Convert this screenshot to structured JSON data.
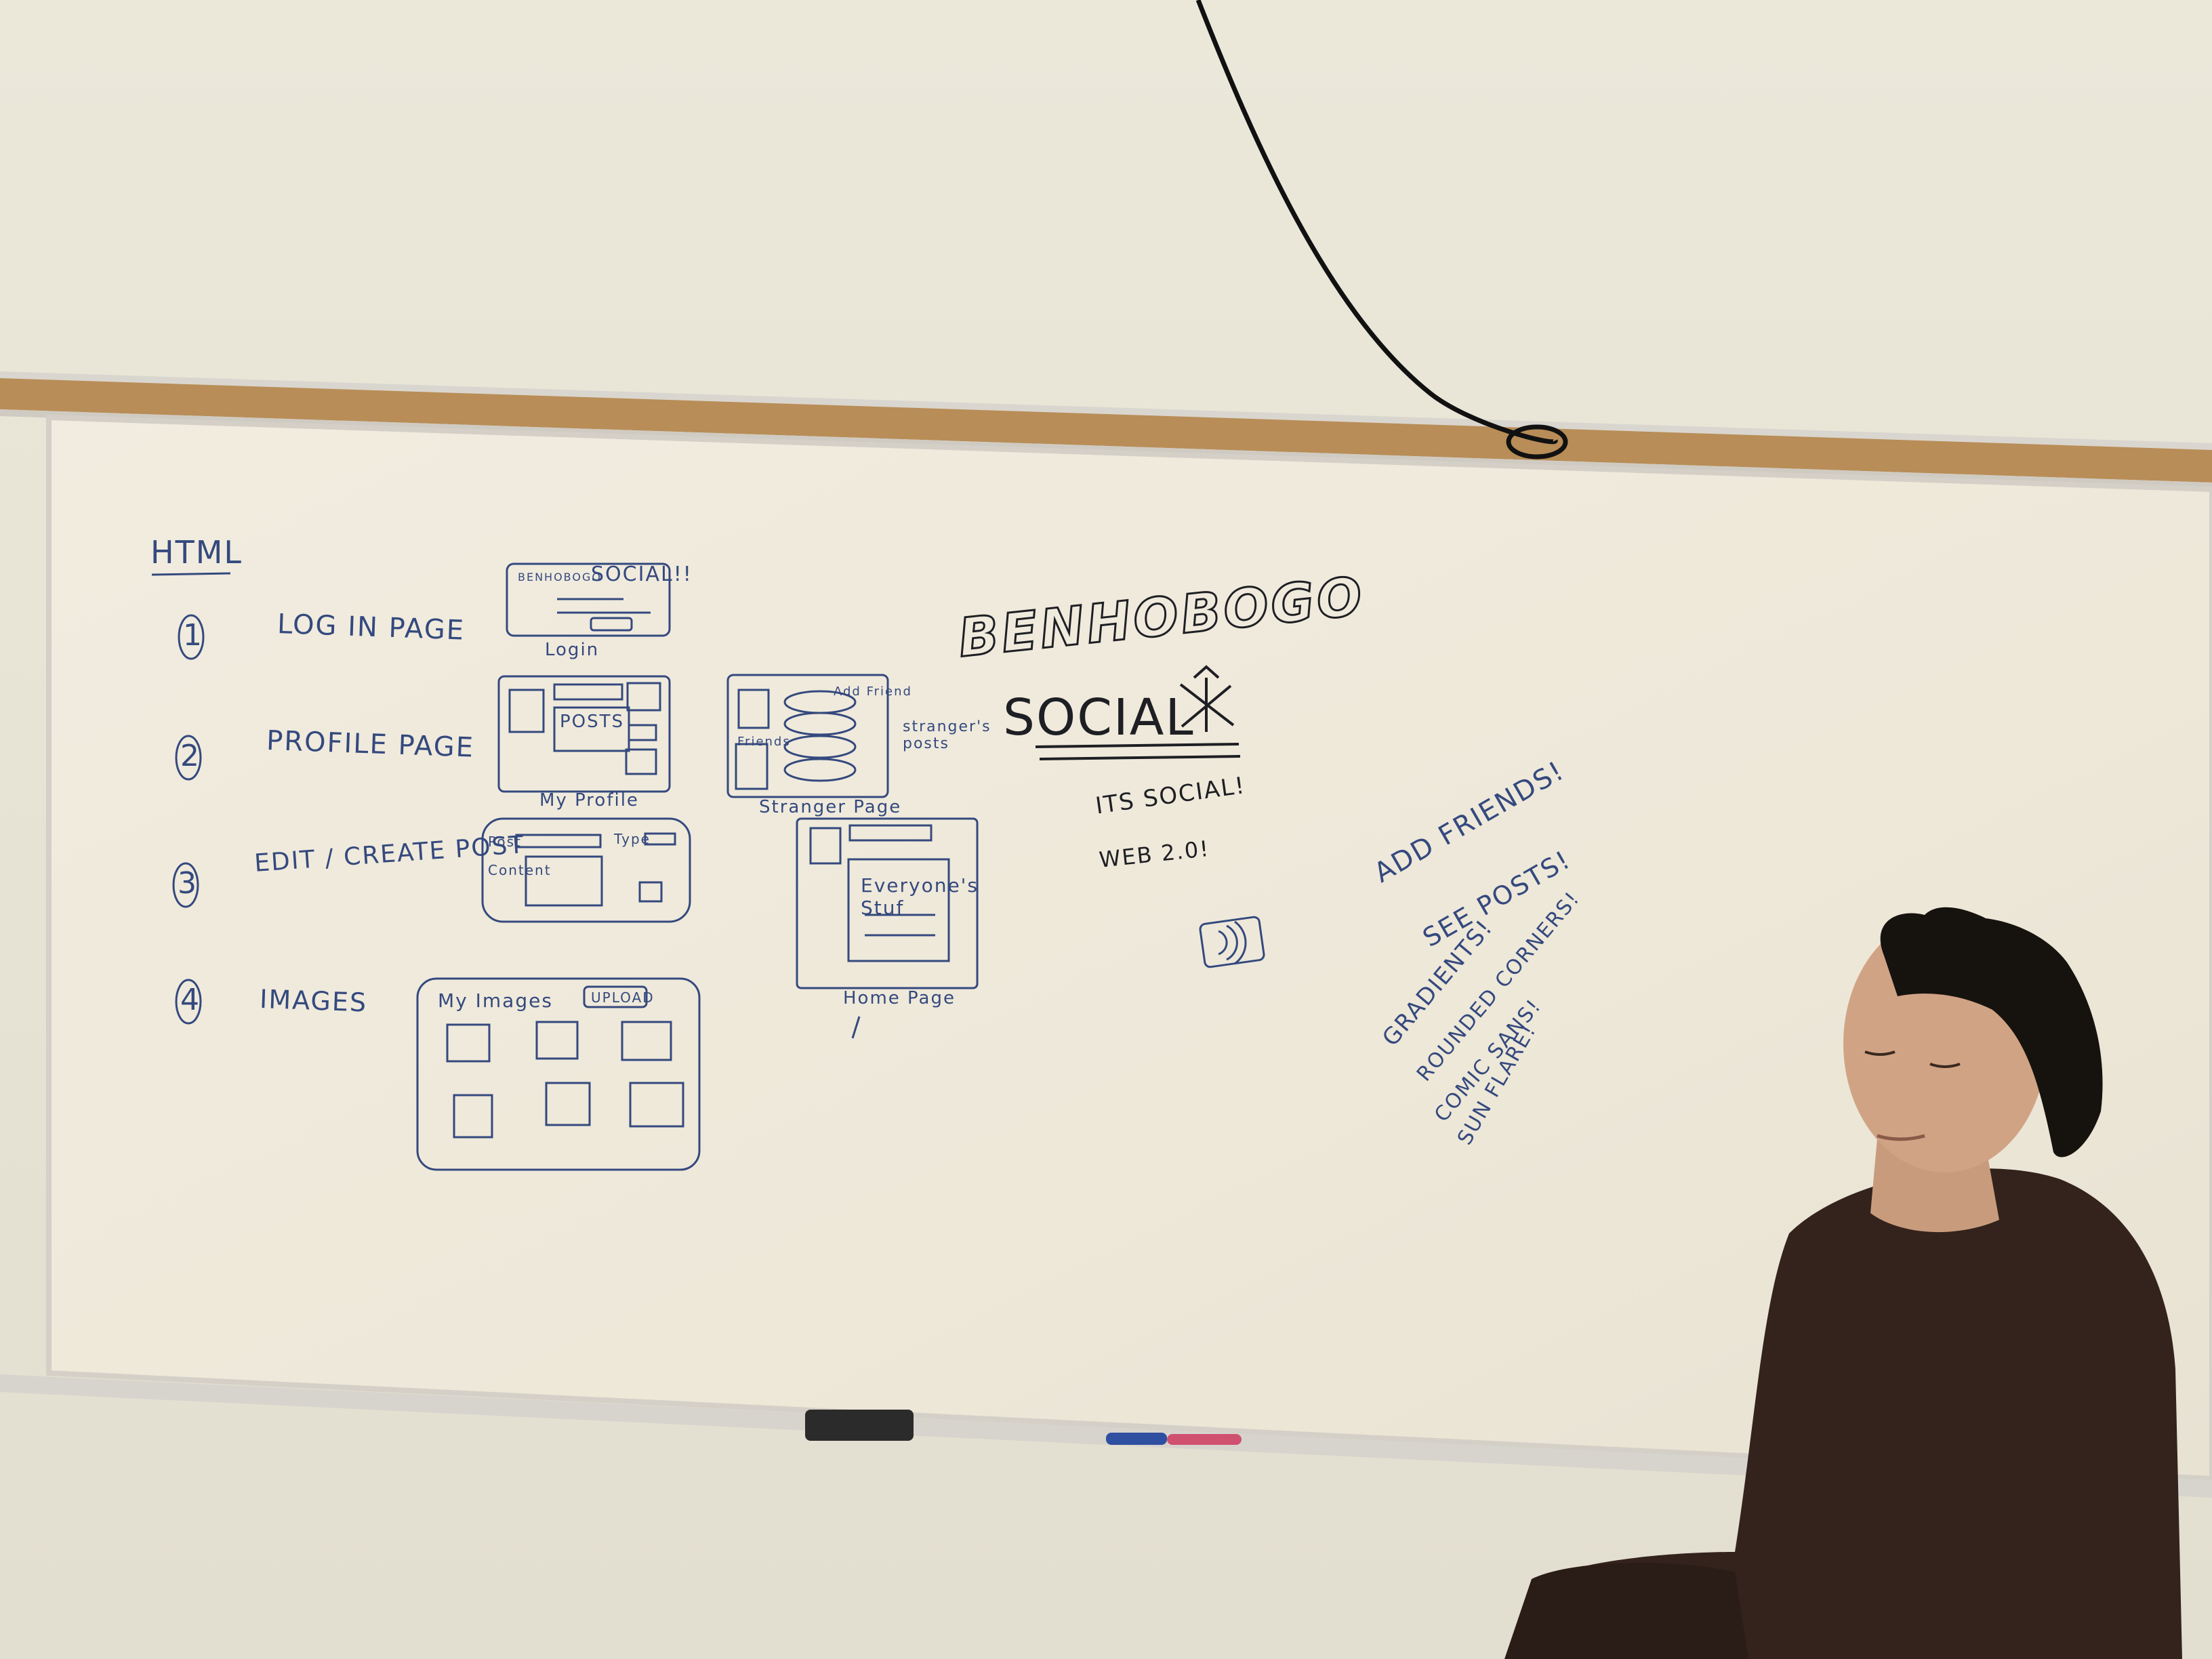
{
  "whiteboard": {
    "outline": {
      "heading": "HTML",
      "items": [
        {
          "number": "1",
          "label": "LOG IN PAGE"
        },
        {
          "number": "2",
          "label": "PROFILE PAGE"
        },
        {
          "number": "3",
          "label": "EDIT / CREATE POST"
        },
        {
          "number": "4",
          "label": "IMAGES"
        }
      ]
    },
    "sketches": {
      "login": {
        "brand": "BENHOBOGO",
        "title": "SOCIAL!!",
        "caption": "Login"
      },
      "my_profile": {
        "posts_label": "POSTS",
        "caption": "My Profile"
      },
      "stranger_page": {
        "add_friend_label": "Add Friend",
        "friends_label": "Friends",
        "side_note": "stranger's posts",
        "caption": "Stranger Page"
      },
      "edit_post": {
        "post_label": "Post",
        "type_label": "Type",
        "content_label": "Content"
      },
      "home_page": {
        "feed_label": "Everyone's Stuf",
        "caption": "Home Page"
      },
      "my_images": {
        "title": "My Images",
        "upload_label": "UPLOAD"
      }
    },
    "branding": {
      "logo_text": "BENHOBOGO",
      "social_text": "SOCIAL",
      "tagline_1": "ITS SOCIAL!",
      "tagline_2": "WEB 2.0!"
    },
    "features": [
      "ADD FRIENDS!",
      "SEE POSTS!",
      "GRADIENTS!",
      "ROUNDED CORNERS!",
      "COMIC SANS!",
      "SUN FLARE!"
    ]
  },
  "colors": {
    "wall": "#e9e6d9",
    "board": "#efeadc",
    "cork": "#b98d58",
    "marker_blue": "#34497e",
    "marker_black": "#1e1f24",
    "sweater": "#33231c"
  }
}
